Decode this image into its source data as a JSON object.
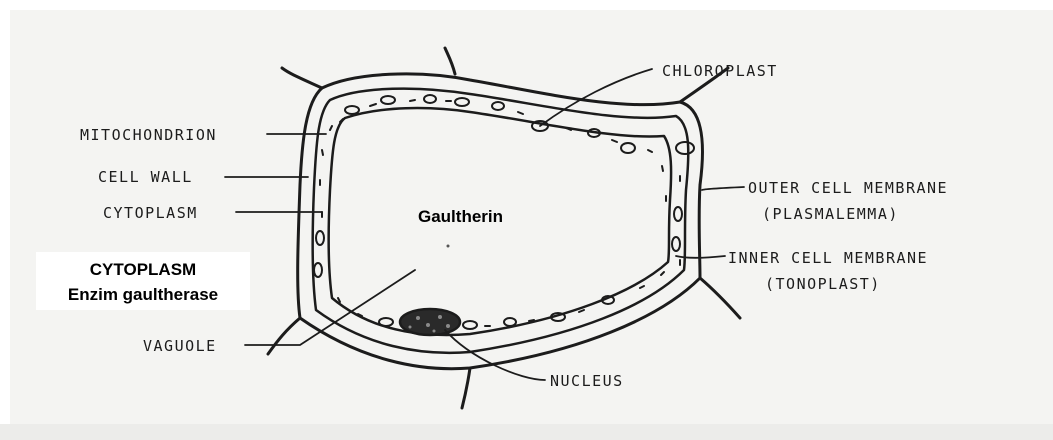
{
  "labels": {
    "chloroplast": "CHLOROPLAST",
    "mitochondrion": "MITOCHONDRION",
    "cell_wall": "CELL WALL",
    "cytoplasm": "CYTOPLASM",
    "outer_membrane": "OUTER CELL MEMBRANE",
    "plasmalemma": "(PLASMALEMMA)",
    "inner_membrane": "INNER CELL MEMBRANE",
    "tonoplast": "(TONOPLAST)",
    "vacuole": "VAGUOLE",
    "nucleus": "NUCLEUS"
  },
  "overlay": {
    "center": "Gaultherin",
    "cytoplasm_title": "CYTOPLASM",
    "enzyme": "Enzim gaultherase"
  }
}
